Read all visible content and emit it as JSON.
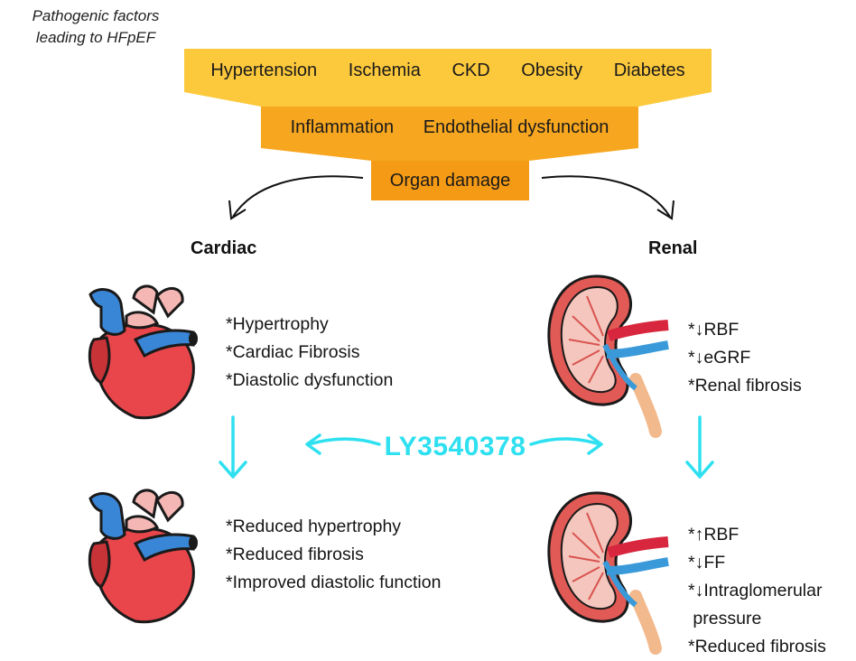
{
  "title": {
    "line1": "Pathogenic factors",
    "line2": "leading to HFpEF"
  },
  "top_factors": [
    "Hypertension",
    "Ischemia",
    "CKD",
    "Obesity",
    "Diabetes"
  ],
  "middle_factors": [
    "Inflammation",
    "Endothelial dysfunction"
  ],
  "bottom_factor": "Organ damage",
  "cardiac": {
    "heading": "Cardiac",
    "before": [
      "*Hypertrophy",
      "*Cardiac Fibrosis",
      "*Diastolic dysfunction"
    ],
    "after": [
      "*Reduced hypertrophy",
      "*Reduced fibrosis",
      "*Improved diastolic function"
    ]
  },
  "renal": {
    "heading": "Renal",
    "before": [
      "*↓RBF",
      "*↓eGRF",
      "*Renal fibrosis"
    ],
    "after": [
      "*↑RBF",
      "*↓FF",
      "*↓Intraglomerular",
      " pressure",
      "*Reduced fibrosis"
    ]
  },
  "drug": "LY3540378",
  "colors": {
    "band_top": "#fcc93c",
    "band_middle": "#f7a61f",
    "band_bottom": "#f59a14",
    "drug_accent": "#2ee0f0",
    "heart_red": "#e8464a",
    "vessel_blue": "#3a86d6",
    "kidney_red": "#e25a55"
  }
}
